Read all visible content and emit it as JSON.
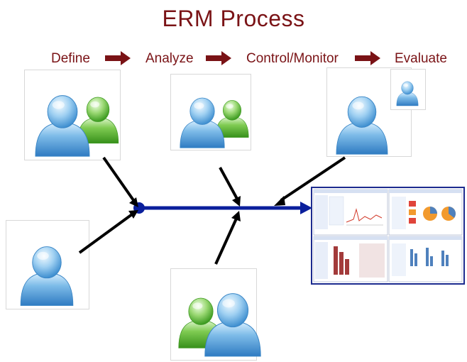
{
  "title": "ERM Process",
  "steps": [
    "Define",
    "Analyze",
    "Control/Monitor",
    "Evaluate"
  ],
  "colors": {
    "title": "#7a1316",
    "step_arrow": "#7a1316",
    "spine": "#0a1f9c",
    "person_blue": "#5aa6e0",
    "person_green": "#5cb53c",
    "dashboard_frame": "#1c2b8f"
  },
  "icons": {
    "people": [
      "person-group-icon",
      "person-icon",
      "person-small-icon"
    ],
    "dashboard": "dashboard-report-thumbnails"
  }
}
